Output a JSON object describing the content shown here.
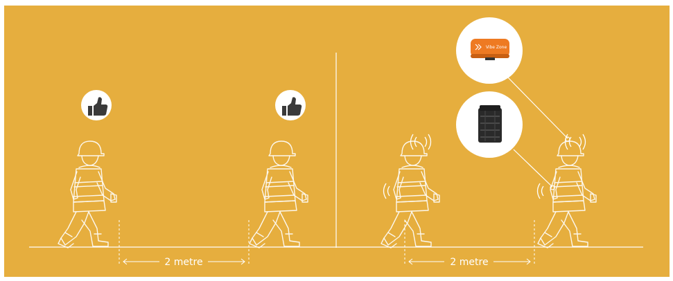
{
  "colors": {
    "background": "#E6AE3E",
    "stroke": "#FFFFFF",
    "badge_fill": "#FFFFFF",
    "thumb": "#3A3A3A",
    "device_orange": "#EE7A22",
    "vest_black": "#2A2A2A"
  },
  "left_panel": {
    "distance_label": "2 metre",
    "badges": [
      "thumbs-up-icon",
      "thumbs-up-icon"
    ]
  },
  "right_panel": {
    "distance_label": "2 metre",
    "devices": [
      {
        "name": "helmet-sensor",
        "icon": "orange-tag-device-icon",
        "text": "Vibe Zone"
      },
      {
        "name": "vest-sensor",
        "icon": "black-vest-pouch-icon"
      }
    ]
  }
}
